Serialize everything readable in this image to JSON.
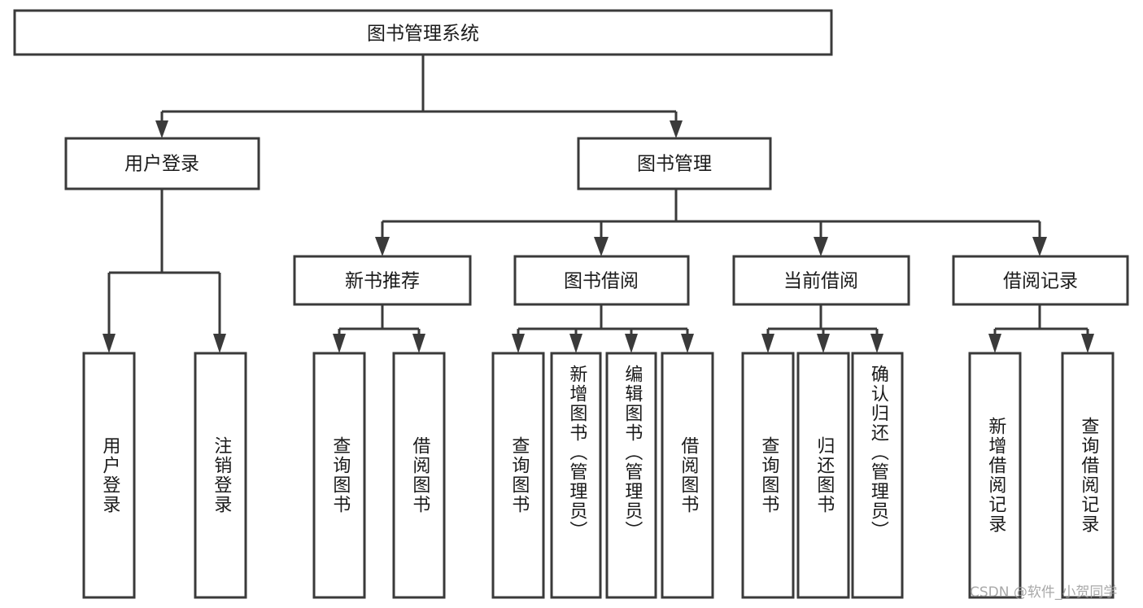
{
  "diagram": {
    "type": "hierarchy-tree",
    "title": "图书管理系统",
    "levels": 4,
    "root": {
      "label": "图书管理系统"
    },
    "level2": [
      {
        "id": "user-login",
        "label": "用户登录"
      },
      {
        "id": "book-manage",
        "label": "图书管理"
      }
    ],
    "level3": [
      {
        "id": "new-book-recommend",
        "label": "新书推荐",
        "parent": "book-manage"
      },
      {
        "id": "book-borrow",
        "label": "图书借阅",
        "parent": "book-manage"
      },
      {
        "id": "current-borrow",
        "label": "当前借阅",
        "parent": "book-manage"
      },
      {
        "id": "borrow-record",
        "label": "借阅记录",
        "parent": "book-manage"
      }
    ],
    "leaves": [
      {
        "id": "leaf-user-login",
        "label": "用户登录",
        "parent": "user-login"
      },
      {
        "id": "leaf-logout",
        "label": "注销登录",
        "parent": "user-login"
      },
      {
        "id": "leaf-query-book-1",
        "label": "查询图书",
        "parent": "new-book-recommend"
      },
      {
        "id": "leaf-borrow-book-1",
        "label": "借阅图书",
        "parent": "new-book-recommend"
      },
      {
        "id": "leaf-query-book-2",
        "label": "查询图书",
        "parent": "book-borrow"
      },
      {
        "id": "leaf-add-book",
        "label": "新增图书（管理员）",
        "parent": "book-borrow"
      },
      {
        "id": "leaf-edit-book",
        "label": "编辑图书（管理员）",
        "parent": "book-borrow"
      },
      {
        "id": "leaf-borrow-book-2",
        "label": "借阅图书",
        "parent": "book-borrow"
      },
      {
        "id": "leaf-query-book-3",
        "label": "查询图书",
        "parent": "current-borrow"
      },
      {
        "id": "leaf-return-book",
        "label": "归还图书",
        "parent": "current-borrow"
      },
      {
        "id": "leaf-confirm-return",
        "label": "确认归还（管理员）",
        "parent": "current-borrow"
      },
      {
        "id": "leaf-add-record",
        "label": "新增借阅记录",
        "parent": "borrow-record"
      },
      {
        "id": "leaf-query-record",
        "label": "查询借阅记录",
        "parent": "borrow-record"
      }
    ],
    "watermark": "CSDN @软件_小贺同学",
    "colors": {
      "stroke": "#3a3a3a",
      "fill": "#ffffff",
      "text": "#1a1a1a",
      "watermark": "#9a9a9a"
    }
  }
}
